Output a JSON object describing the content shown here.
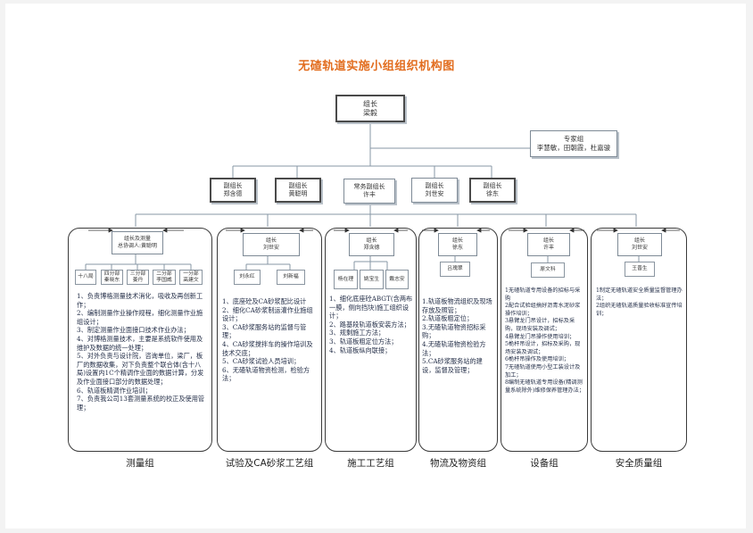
{
  "title": "无碴轨道实施小组组织机构图",
  "leader": {
    "role": "组长",
    "name": "梁毅"
  },
  "expert": {
    "role": "专家组",
    "names": "李慧敏，田朝霞，杜嘉骏"
  },
  "deputies": [
    {
      "role": "副组长",
      "name": "郑含德"
    },
    {
      "role": "副组长",
      "name": "黄聪明"
    },
    {
      "role": "常务副组长",
      "name": "许丰"
    },
    {
      "role": "副组长",
      "name": "刘世安"
    },
    {
      "role": "副组长",
      "name": "徐东"
    }
  ],
  "groups": [
    {
      "name": "测量组",
      "head": {
        "l1": "组长及测量",
        "l2": "总协调人:黄聪明"
      },
      "members": [
        "十八局",
        "四分部\n秦晓东",
        "三分部\n姜丹",
        "二分部\n李国威",
        "一分部\n高建文"
      ],
      "duties": [
        "1、负责博格测量技术消化，吸收及再创新工作；",
        "2、编制测量作业操作规程，细化测量作业施组设计；",
        "3、制定测量作业面接口技术作业办法；",
        "4、对博格测量技术，主要是系统软件使用及维护及数据的统一处理；",
        "5、对外负责与设计院，咨询单位，梁厂，板厂的数据收集，对下负责整个联合体(含十八局)设置内1C个精调作业面的数据计算，分发及作业面接口部分的数据处理；",
        "6、轨道板精调作业培训；",
        "7、负责我公司13套测量系统的校正及使用管理；"
      ]
    },
    {
      "name": "试验及CA砂浆工艺组",
      "head": {
        "l1": "组长",
        "l2": "刘世安"
      },
      "members": [
        "刘永红",
        "刘新福"
      ],
      "duties": [
        "1、底座砼及CA砂浆配比设计",
        "2、细化CA砂浆制运灌作业施组设计；",
        "3、CA砂浆服务站的监督与管理；",
        "4、CA砂浆搅拌车的操作培训及技术交底；",
        "5、CA砂浆试验人员培训；",
        "6、无碴轨道物资检测，检验方法；"
      ]
    },
    {
      "name": "施工工艺组",
      "head": {
        "l1": "组长",
        "l2": "郑含德"
      },
      "members": [
        "杨在理",
        "姚宝生",
        "戴志安"
      ],
      "duties": [
        "1、细化底座砼ABGT(含两布一膜，侧向挡块)施工组织设计；",
        "2、路基段轨道板安装方法；",
        "3、规剩施工方法；",
        "3、轨道板粗定位方法；",
        "4、轨道板纵向联接；"
      ]
    },
    {
      "name": "物流及物资组",
      "head": {
        "l1": "组长",
        "l2": "徐东"
      },
      "members": [
        "吕瑰翠"
      ],
      "duties": [
        "1.轨道板物流组织及现场存放及照管；",
        "2.轨道板粗定位；",
        "3.无碴轨道物资招标采购；",
        "4.无碴轨道物资检验方法；",
        "5.CA砂浆服务站的建设，监督及管理；"
      ]
    },
    {
      "name": "设备组",
      "head": {
        "l1": "组长",
        "l2": "许丰"
      },
      "members": [
        "原文科"
      ],
      "duties": [
        "1无碴轨道专用设备的招标与采购",
        "2配合试验组搞好沥青水泥砂浆操作培训；",
        "3悬臂龙门吊设计，招标及采购，现场安装及调试；",
        "4悬臂龙门吊操作使用培训；",
        "5桅杆吊设计，招标及采购，现场安装及调试；",
        "6桅杆吊操作及使用培训；",
        "7无碴轨道使用小型工装设计及加工；",
        "8编制无碴轨道专用设备(精调测量系统除外)维修保养管理办法；"
      ]
    },
    {
      "name": "安全质量组",
      "head": {
        "l1": "组长",
        "l2": "刘世安"
      },
      "members": [
        "王晋生"
      ],
      "duties": [
        "1制定无碴轨道安全质量监督管理办法；",
        "2组织无碴轨道质量验收标准宣传培训；"
      ]
    }
  ]
}
